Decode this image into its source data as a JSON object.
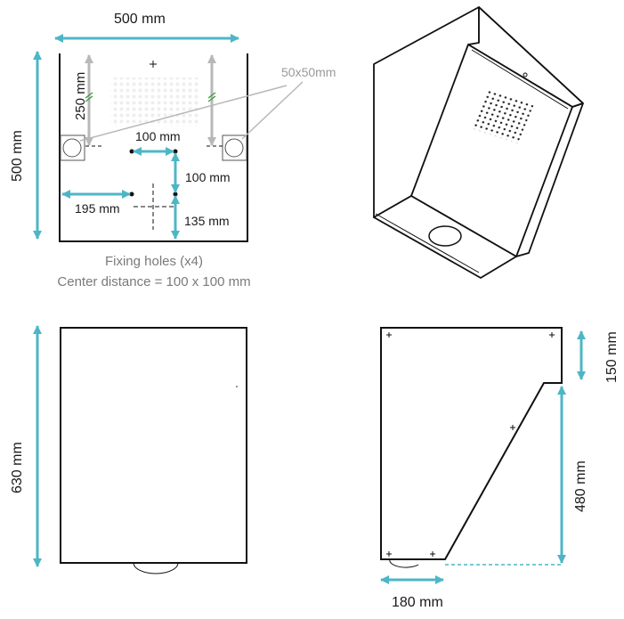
{
  "labels": {
    "top_width": "500 mm",
    "left_height": "500 mm",
    "hole_offset": "250 mm",
    "label_50x50": "50x50mm",
    "spacing_h": "100 mm",
    "spacing_v": "100 mm",
    "from_left": "195 mm",
    "from_bottom": "135 mm",
    "caption_line1": "Fixing holes (x4)",
    "caption_line2": "Center distance = 100 x 100 mm",
    "front_height": "630 mm",
    "side_top_height": "150 mm",
    "side_lower_height": "480 mm",
    "side_depth": "180 mm"
  },
  "colors": {
    "arrow": "#4db6c6",
    "grey_arrow": "#b8b8b8",
    "outline": "#111111",
    "green_mark": "#3a9a3a"
  }
}
